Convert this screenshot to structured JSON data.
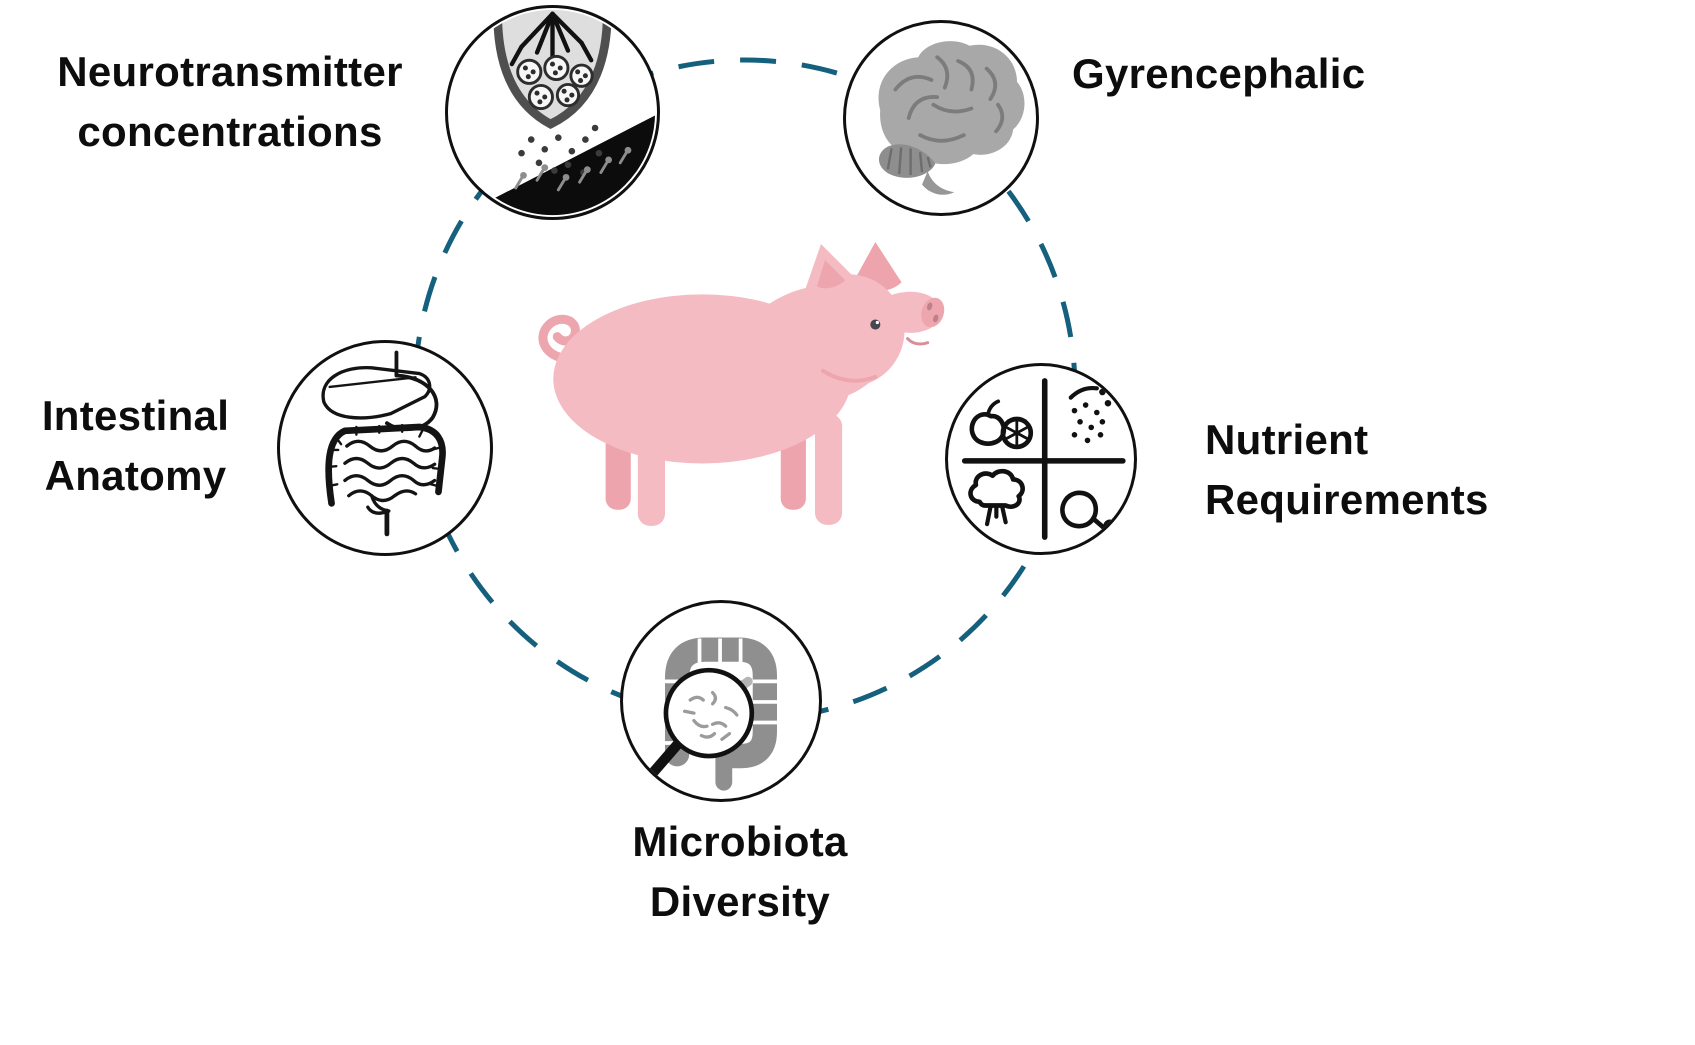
{
  "diagram": {
    "subject": "piglet",
    "nodes": [
      {
        "id": "neurotransmitter-concentrations",
        "icon": "synapse-icon",
        "lines": [
          "Neurotransmitter",
          "concentrations"
        ]
      },
      {
        "id": "gyrencephalic",
        "icon": "brain-icon",
        "lines": [
          "Gyrencephalic"
        ]
      },
      {
        "id": "intestinal-anatomy",
        "icon": "intestinal-anatomy-icon",
        "lines": [
          "Intestinal",
          "Anatomy"
        ]
      },
      {
        "id": "nutrient-requirements",
        "icon": "nutrient-quadrants-icon",
        "lines": [
          "Nutrient",
          "Requirements"
        ]
      },
      {
        "id": "microbiota-diversity",
        "icon": "gut-microbiota-magnifier-icon",
        "lines": [
          "Microbiota",
          "Diversity"
        ]
      }
    ],
    "colors": {
      "dashed_ring": "#15607d",
      "text": "#0d0d0d",
      "pig_body": "#f4bcc2",
      "pig_shade": "#eda6ae",
      "icon_gray": "#8f8f8f",
      "background": "#ffffff"
    }
  }
}
